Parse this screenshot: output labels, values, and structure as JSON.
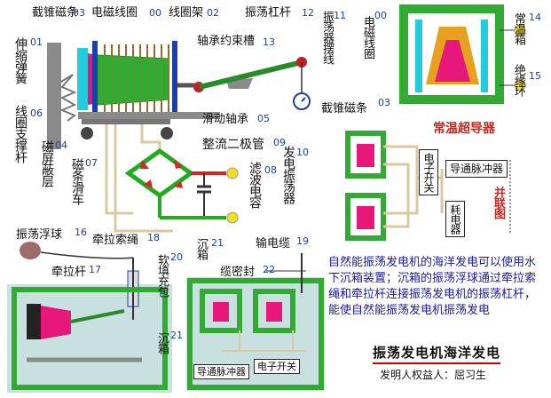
{
  "labels": {
    "cheliu_citiao": "截锥磁条",
    "n03a": "03",
    "dianci_xianquan": "电磁线圈",
    "n00a": "00",
    "xianquanjia": "线圈架",
    "n02": "02",
    "zhendang_ganggan": "振荡杠杆",
    "n12": "12",
    "shensuo_tanhuang": "伸缩弹簧",
    "n01": "01",
    "zhoucheng_yueshucao": "轴承约束槽",
    "n13": "13",
    "zhendangqi_baixian": "振荡器摆线",
    "n11": "11",
    "xianquan_zhichengan": "线圈支撑杆",
    "n06": "06",
    "huadong_zhoucheng": "滑动轴承",
    "n05": "05",
    "cipingbiceng": "磁屏蔽层",
    "n04": "04",
    "citiao_huache": "磁条滑车",
    "n07": "07",
    "zhengliu_erjiguan": "整流二极管",
    "n09": "09",
    "lvbo_dianrong": "滤波电容",
    "n08": "08",
    "fadian_zhendangqi": "发电振荡器",
    "n10": "10",
    "dianci_xianquan_r": "电磁线圈",
    "n00b": "00",
    "changwenxiang": "常温箱",
    "n14": "14",
    "jueyuanhuan": "绝缘环",
    "n15": "15",
    "cheliu_citiao_r": "截锥磁条",
    "n03b": "03",
    "changwen_chaodaoqi": "常温超导器",
    "daotong_maichongqi": "导通脉冲器",
    "dianzi_kaiguan": "电子开关",
    "haodianqi": "耗电器",
    "bing_lian_tu": "并联图",
    "zhendang_fuqiu": "振荡浮球",
    "n16": "16",
    "qianla_suosheng": "牵拉索绳",
    "n18": "18",
    "chenxiang_top": "沉箱",
    "n21a": "21",
    "shudianlan": "输电缆",
    "n19": "19",
    "qianlagan": "牵拉杆",
    "n17": "17",
    "ruantian_chongbao": "软填充包",
    "n20": "20",
    "lanmifeng": "缆密封",
    "n22": "22",
    "chenxiang_side": "沉箱",
    "n21b": "21",
    "daotong_maichongqi_b": "导通脉冲器",
    "dianzi_kaiguan_b": "电子开关"
  },
  "description": "自然能振荡发电机的海洋发电可以使用水下沉箱装置；沉箱的振荡浮球通过牵拉索绳和牵拉杆连接振荡发电机的振荡杠杆，能使自然能振荡发电机振荡发电",
  "title": "振荡发电机海洋发电",
  "inventor": "发明人权益人：屈习生",
  "colors": {
    "coil_green": "#33aa33",
    "bar_pink": "#e8187a",
    "shield_cyan": "#22ccdd",
    "frame_gray": "#8a8a8a",
    "wire_blue": "#1a3fb0",
    "diode_green": "#22aa22",
    "diode_red": "#dd2222",
    "bulb_yellow": "#f0e020",
    "title_red": "#d0241c"
  }
}
